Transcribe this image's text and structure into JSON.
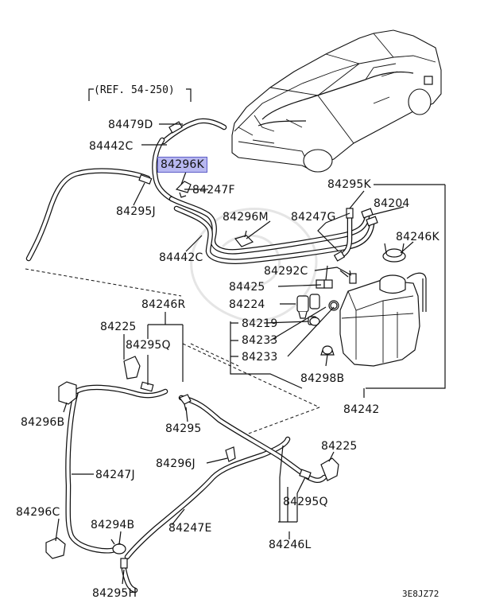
{
  "diagram": {
    "reference": "(REF. 54-250)",
    "code": "3E8JZ72",
    "labels": {
      "p84479D": "84479D",
      "p84442C_a": "84442C",
      "p84296K": "84296K",
      "p84247F": "84247F",
      "p84295J": "84295J",
      "p84296M": "84296M",
      "p84247G": "84247G",
      "p84442C_b": "84442C",
      "p84295K": "84295K",
      "p84204": "84204",
      "p84246K": "84246K",
      "p84292C": "84292C",
      "p84425": "84425",
      "p84224": "84224",
      "p84219": "84219",
      "p84233_a": "84233",
      "p84233_b": "84233",
      "p84298B": "84298B",
      "p84242": "84242",
      "p84246R": "84246R",
      "p84225_a": "84225",
      "p84295Q_a": "84295Q",
      "p84296B": "84296B",
      "p84295": "84295",
      "p84247J": "84247J",
      "p84296J": "84296J",
      "p84225_b": "84225",
      "p84295Q_b": "84295Q",
      "p84296C": "84296C",
      "p84294B": "84294B",
      "p84247E": "84247E",
      "p84246L": "84246L",
      "p84295H": "84295H"
    },
    "highlighted_part": "84296K",
    "colors": {
      "highlight_fill": "#b7b7f0",
      "highlight_border": "#5e5ec8",
      "line": "#111111"
    }
  }
}
